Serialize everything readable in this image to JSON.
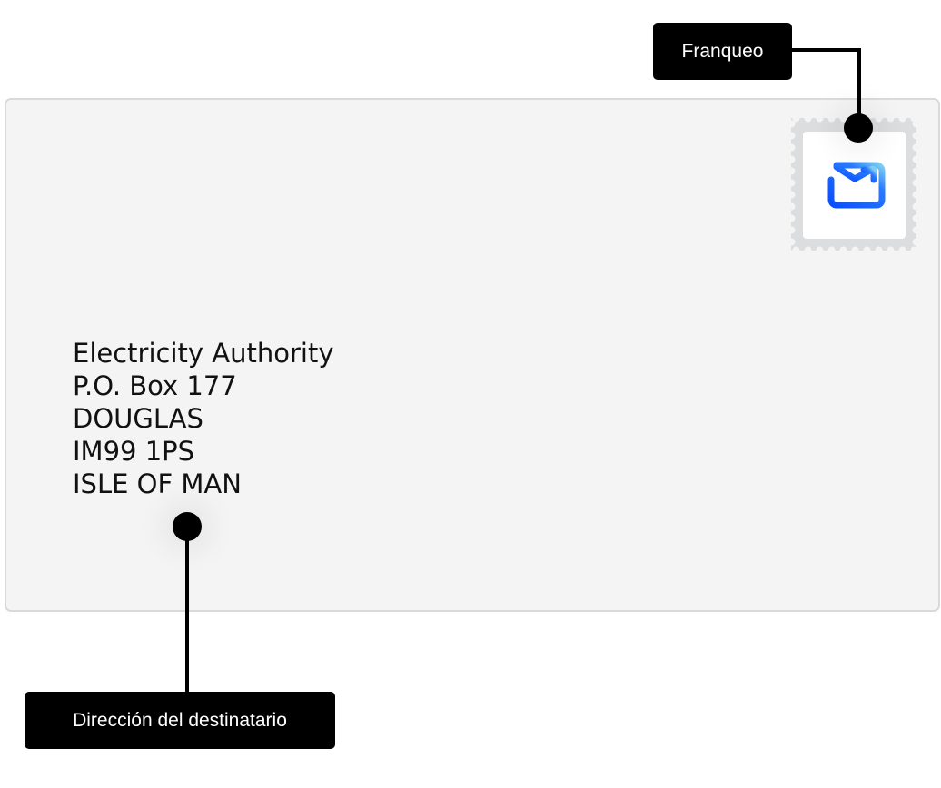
{
  "address": {
    "lines": [
      "Electricity Authority",
      "P.O. Box 177",
      "DOUGLAS",
      "IM99 1PS",
      "ISLE OF MAN"
    ]
  },
  "labels": {
    "postage": "Franqueo",
    "recipient_address": "Dirección del destinatario"
  },
  "stamp": {
    "icon": "mail-send-icon",
    "icon_color": "#1a5cff"
  }
}
